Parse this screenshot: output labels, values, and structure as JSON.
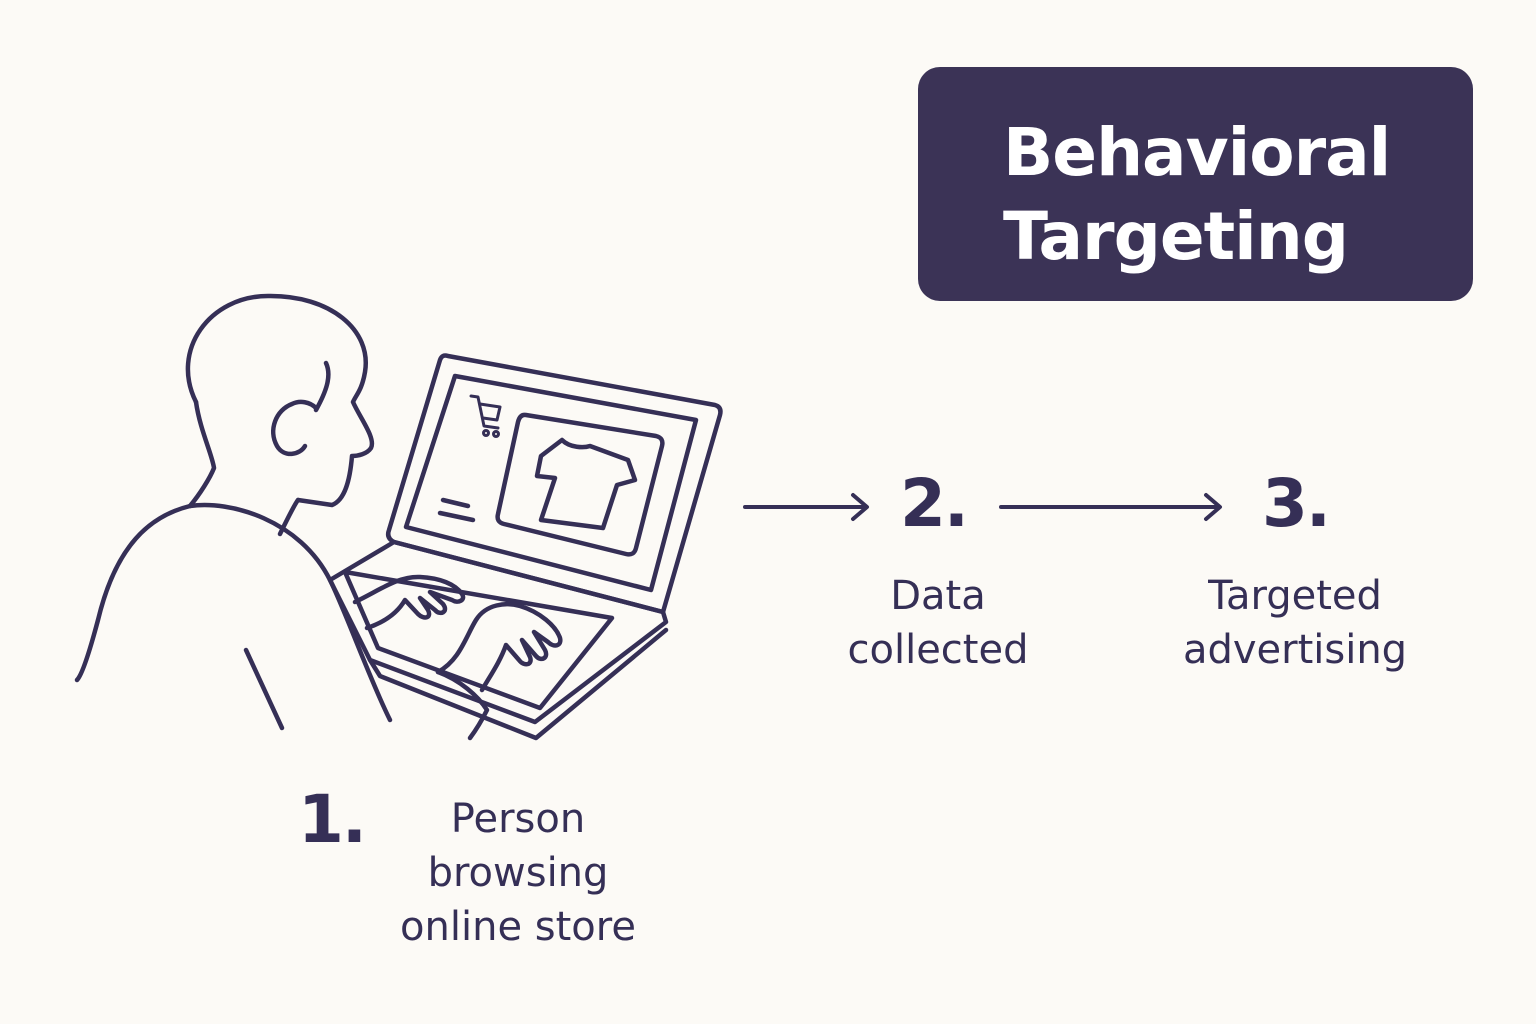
{
  "title": {
    "line1": "Behavioral",
    "line2": "Targeting"
  },
  "steps": [
    {
      "number": "1.",
      "label_lines": [
        "Person",
        "browsing",
        "online store"
      ]
    },
    {
      "number": "2.",
      "label_lines": [
        "Data",
        "collected"
      ]
    },
    {
      "number": "3.",
      "label_lines": [
        "Targeted",
        "advertising"
      ]
    }
  ],
  "icons": {
    "person": "person-at-laptop-icon",
    "cart": "shopping-cart-icon",
    "product": "t-shirt-icon",
    "arrow": "arrow-right-icon"
  },
  "colors": {
    "background": "#fcfaf6",
    "ink": "#352f56",
    "title_box": "#3b3356",
    "title_text": "#ffffff"
  }
}
